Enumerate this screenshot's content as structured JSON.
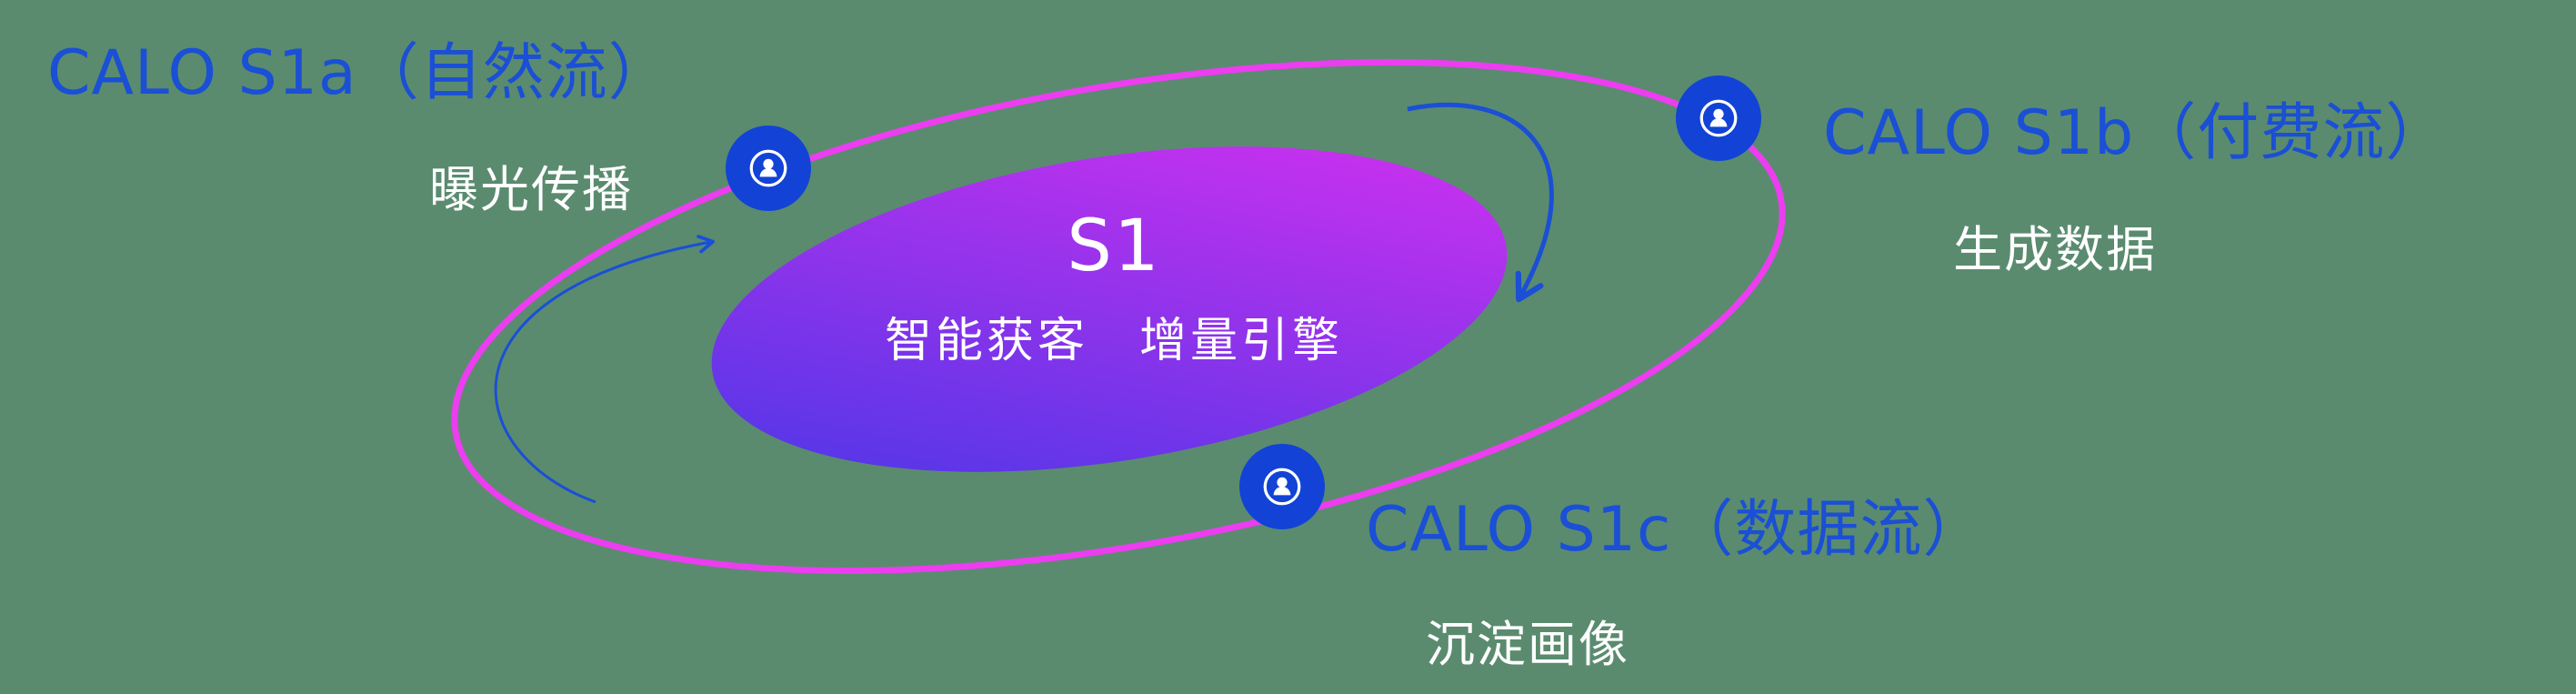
{
  "center": {
    "title": "S1",
    "subtitle": "智能获客　增量引擎"
  },
  "nodes": [
    {
      "id": "s1a",
      "label": "CALO S1a（自然流）",
      "sublabel": "曝光传播",
      "icon": "user-circle-icon"
    },
    {
      "id": "s1b",
      "label": "CALO S1b（付费流）",
      "sublabel": "生成数据",
      "icon": "user-circle-icon"
    },
    {
      "id": "s1c",
      "label": "CALO S1c（数据流）",
      "sublabel": "沉淀画像",
      "icon": "user-circle-icon"
    }
  ],
  "colors": {
    "background": "#5a8b6f",
    "orbit_ring": "#ec3df0",
    "label_blue": "#1a4fd6",
    "node_blue": "#1243d6",
    "core_gradient_start": "#4537e6",
    "core_gradient_end": "#d930f0",
    "arrow_blue": "#1a4fd6",
    "text_white": "#ffffff"
  }
}
